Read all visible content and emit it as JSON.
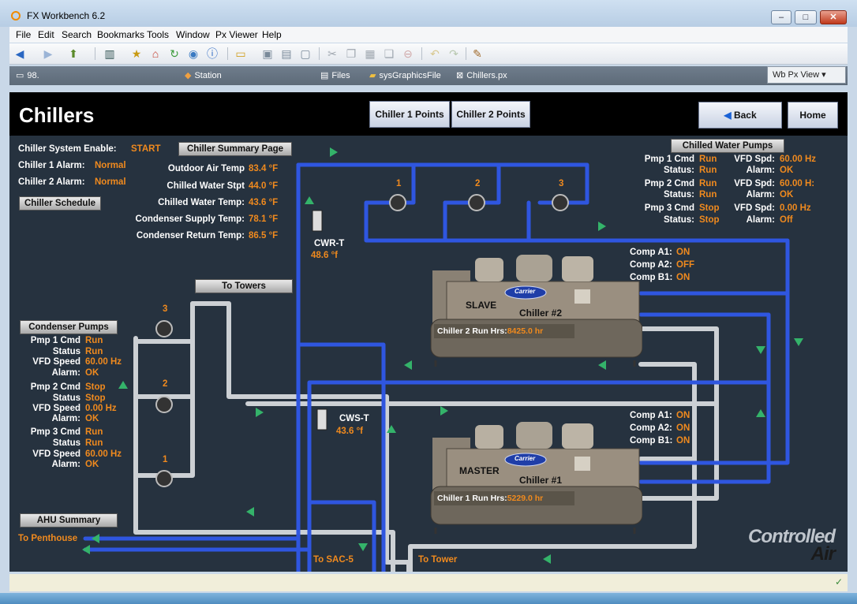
{
  "window": {
    "title": "FX Workbench 6.2"
  },
  "menu": [
    "File",
    "Edit",
    "Search",
    "Bookmarks",
    "Tools",
    "Window",
    "Px Viewer",
    "Help"
  ],
  "locbar": {
    "host": "98.",
    "station": "Station",
    "files": "Files",
    "folder": "sysGraphicsFile",
    "file": "Chillers.px",
    "view": "Wb Px View"
  },
  "page": {
    "title": "Chillers",
    "buttons": {
      "chiller1_points": "Chiller 1 Points",
      "chiller2_points": "Chiller 2 Points",
      "back": "Back",
      "home": "Home"
    },
    "system": {
      "enable_label": "Chiller System Enable:",
      "enable_value": "START",
      "alarm1_label": "Chiller 1 Alarm:",
      "alarm1_value": "Normal",
      "alarm2_label": "Chiller 2 Alarm:",
      "alarm2_value": "Normal",
      "schedule_button": "Chiller Schedule",
      "summary_button": "Chiller Summary Page"
    },
    "temps": {
      "oat_label": "Outdoor Air Temp",
      "oat_value": "83.4 °F",
      "chw_stpt_label": "Chilled Water Stpt",
      "chw_stpt_value": "44.0 °F",
      "chw_temp_label": "Chilled Water Temp:",
      "chw_temp_value": "43.6 °F",
      "cond_supply_label": "Condenser Supply Temp:",
      "cond_supply_value": "78.1 °F",
      "cond_return_label": "Condenser Return Temp:",
      "cond_return_value": "86.5 °F"
    },
    "sensors": {
      "cwr_label": "CWR-T",
      "cwr_value": "48.6 °f",
      "cws_label": "CWS-T",
      "cws_value": "43.6 °f"
    },
    "chilled_pumps": {
      "title": "Chilled Water Pumps",
      "pumps": [
        {
          "cmd_label": "Pmp 1 Cmd",
          "cmd": "Run",
          "status_label": "Status:",
          "status": "Run",
          "vfd_label": "VFD Spd:",
          "vfd": "60.00 Hz",
          "alarm_label": "Alarm:",
          "alarm": "OK"
        },
        {
          "cmd_label": "Pmp 2 Cmd",
          "cmd": "Run",
          "status_label": "Status:",
          "status": "Run",
          "vfd_label": "VFD Spd:",
          "vfd": "60.00 H:",
          "alarm_label": "Alarm:",
          "alarm": "OK"
        },
        {
          "cmd_label": "Pmp 3 Cmd",
          "cmd": "Stop",
          "status_label": "Status:",
          "status": "Stop",
          "vfd_label": "VFD Spd:",
          "vfd": "0.00 Hz",
          "alarm_label": "Alarm:",
          "alarm": "Off"
        }
      ],
      "numbers": [
        "1",
        "2",
        "3"
      ]
    },
    "condenser_pumps": {
      "title": "Condenser Pumps",
      "pumps": [
        {
          "cmd_label": "Pmp 1 Cmd",
          "cmd": "Run",
          "status_label": "Status",
          "status": "Run",
          "vfd_label": "VFD Speed",
          "vfd": "60.00 Hz",
          "alarm_label": "Alarm:",
          "alarm": "OK"
        },
        {
          "cmd_label": "Pmp 2 Cmd",
          "cmd": "Stop",
          "status_label": "Status",
          "status": "Stop",
          "vfd_label": "VFD Speed",
          "vfd": "0.00 Hz",
          "alarm_label": "Alarm:",
          "alarm": "OK"
        },
        {
          "cmd_label": "Pmp 3 Cmd",
          "cmd": "Run",
          "status_label": "Status",
          "status": "Run",
          "vfd_label": "VFD Speed",
          "vfd": "60.00 Hz",
          "alarm_label": "Alarm:",
          "alarm": "OK"
        }
      ],
      "numbers": [
        "3",
        "2",
        "1"
      ]
    },
    "to_towers": "To Towers",
    "chiller2": {
      "role": "SLAVE",
      "name": "Chiller #2",
      "brand": "Carrier",
      "run_label": "Chiller 2 Run Hrs:",
      "run_value": "8425.0 hr",
      "comps": [
        {
          "label": "Comp A1:",
          "value": "ON"
        },
        {
          "label": "Comp A2:",
          "value": "OFF"
        },
        {
          "label": "Comp B1:",
          "value": "ON"
        }
      ]
    },
    "chiller1": {
      "role": "MASTER",
      "name": "Chiller #1",
      "brand": "Carrier",
      "run_label": "Chiller 1 Run Hrs:",
      "run_value": "5229.0 hr",
      "comps": [
        {
          "label": "Comp A1:",
          "value": "ON"
        },
        {
          "label": "Comp A2:",
          "value": "ON"
        },
        {
          "label": "Comp B1:",
          "value": "ON"
        }
      ]
    },
    "ahu_summary": "AHU Summary",
    "to_penthouse": "To Penthouse",
    "to_sac5": "To SAC-5",
    "to_tower": "To Tower",
    "logo_top": "Controlled",
    "logo_bottom": "Air"
  },
  "colors": {
    "value": "#f08a1e",
    "pipe_blue": "#2a4fd8",
    "pipe_white": "#d7dadd",
    "arrow": "#35b06a",
    "canvas": "#26323f"
  }
}
